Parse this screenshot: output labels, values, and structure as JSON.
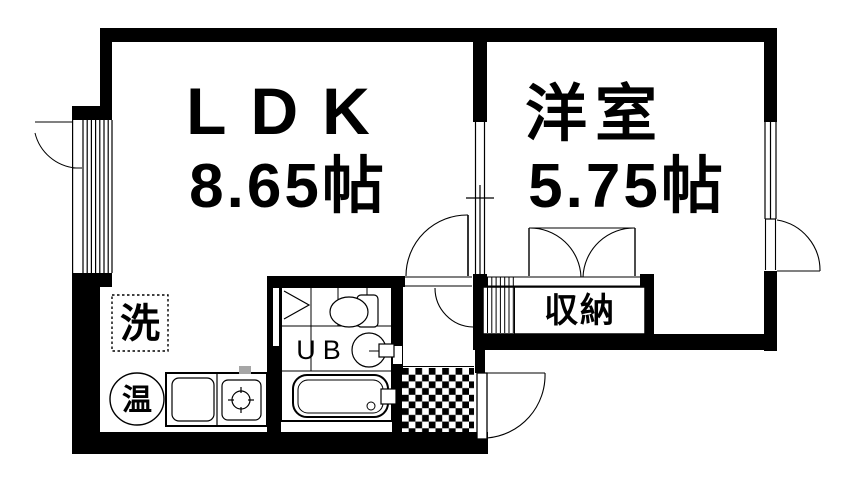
{
  "floorplan": {
    "type_note": "apartment floor plan drawing",
    "colors": {
      "line": "#000000",
      "background": "#ffffff",
      "tap_gray": "#a6a6a6"
    },
    "ldk": {
      "name": "LDK",
      "size": "8.65帖"
    },
    "western_room": {
      "name": "洋室",
      "size": "5.75帖"
    },
    "storage": {
      "label": "収納"
    },
    "unit_bath": {
      "label": "UB"
    },
    "washing_machine": {
      "label": "洗"
    },
    "water_heater": {
      "label": "温"
    }
  }
}
